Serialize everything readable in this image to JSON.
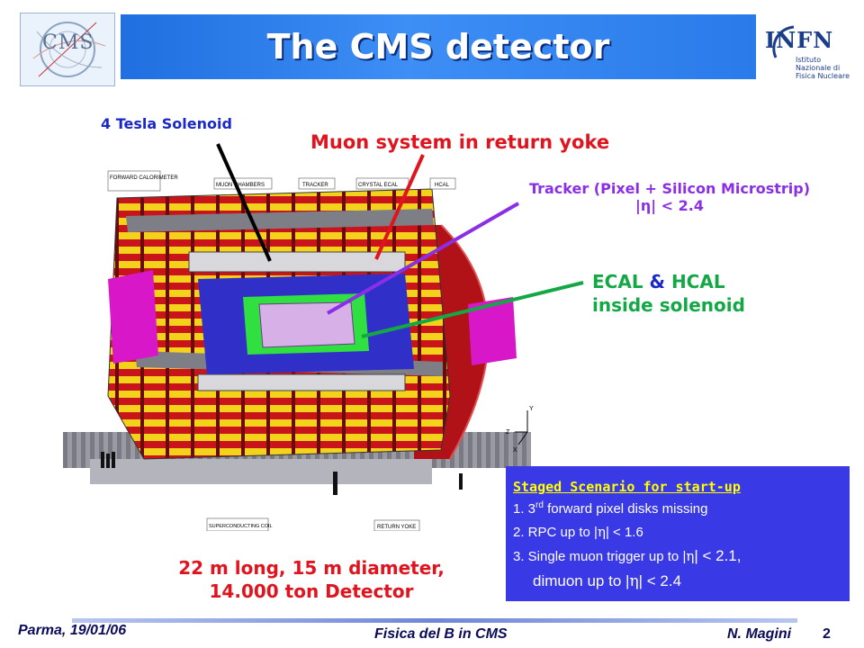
{
  "title": "The CMS detector",
  "logos": {
    "cms": "CMS",
    "infn": "INFN",
    "infn_sub": "Istituto Nazionale di Fisica Nucleare"
  },
  "callouts": {
    "solenoid": "4 Tesla Solenoid",
    "muon": "Muon system in return yoke",
    "tracker_line1": "Tracker (Pixel + Silicon Microstrip)",
    "tracker_line2": "|η| < 2.4",
    "calo_ecal": "ECAL",
    "calo_amp": " & ",
    "calo_hcal": "HCAL",
    "calo_line2": "inside solenoid",
    "size_line1": "22 m long, 15 m diameter,",
    "size_line2": "14.000 ton Detector"
  },
  "diagram_labels": {
    "forward_calorimeter": "FORWARD CALORIMETER",
    "muon_chambers": "MUON CHAMBERS",
    "tracker": "TRACKER",
    "crystal_ecal": "CRYSTAL ECAL",
    "hcal": "HCAL",
    "superconducting_coil": "SUPERCONDUCTING COIL",
    "return_yoke": "RETURN YOKE",
    "axis_y": "Y",
    "axis_z": "Z",
    "axis_x": "X"
  },
  "staged": {
    "heading": "Staged Scenario for start-up",
    "item1_pre": "1. 3",
    "item1_sup": "rd",
    "item1_post": " forward pixel disks missing",
    "item2_pre": "2. RPC up to |",
    "item2_eta": "η",
    "item2_post": "| < 1.6",
    "item3_pre": "3. Single muon trigger up to |",
    "item3_eta": "η",
    "item3_post": "| < 2.1,",
    "item4_pre": "dimuon up to |",
    "item4_eta": "η",
    "item4_post": "| < 2.4"
  },
  "footer": {
    "date": "Parma, 19/01/06",
    "center": "Fisica del B in CMS",
    "author": "N. Magini",
    "page": "2"
  },
  "colors": {
    "title_bar": "#2a7bea",
    "staged_box": "#3939e6",
    "staged_heading": "#ffff00",
    "muon_callout": "#e0141e",
    "solenoid_callout": "#1a28c8",
    "tracker_callout": "#8a2ee8",
    "calo_callout": "#13a845"
  }
}
